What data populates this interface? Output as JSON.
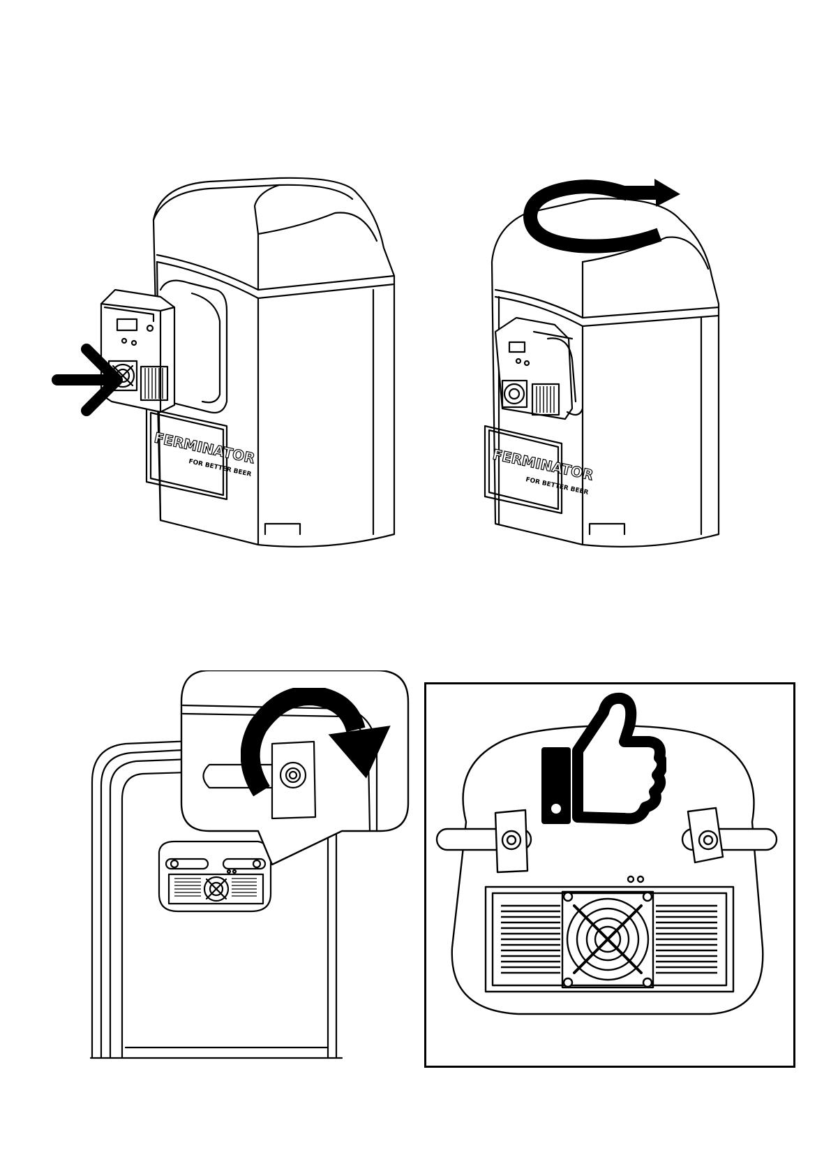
{
  "document": {
    "type": "assembly instruction illustration",
    "colors": {
      "line": "#000000",
      "background": "#ffffff",
      "fill": "#ffffff"
    }
  },
  "steps": [
    {
      "id": "step-1",
      "action": "push cooling unit onto fermenter",
      "icon": "arrow-right-icon"
    },
    {
      "id": "step-2",
      "action": "turn fermenter lid",
      "icon": "rotate-arrow-icon"
    },
    {
      "id": "step-3",
      "action": "rotate locking latch",
      "icon": "rotate-arrow-icon"
    },
    {
      "id": "step-4",
      "action": "correctly locked",
      "icon": "thumbs-up-icon"
    }
  ],
  "logo": {
    "main": "FERMINATOR",
    "tagline": "FOR BETTER BEER"
  }
}
